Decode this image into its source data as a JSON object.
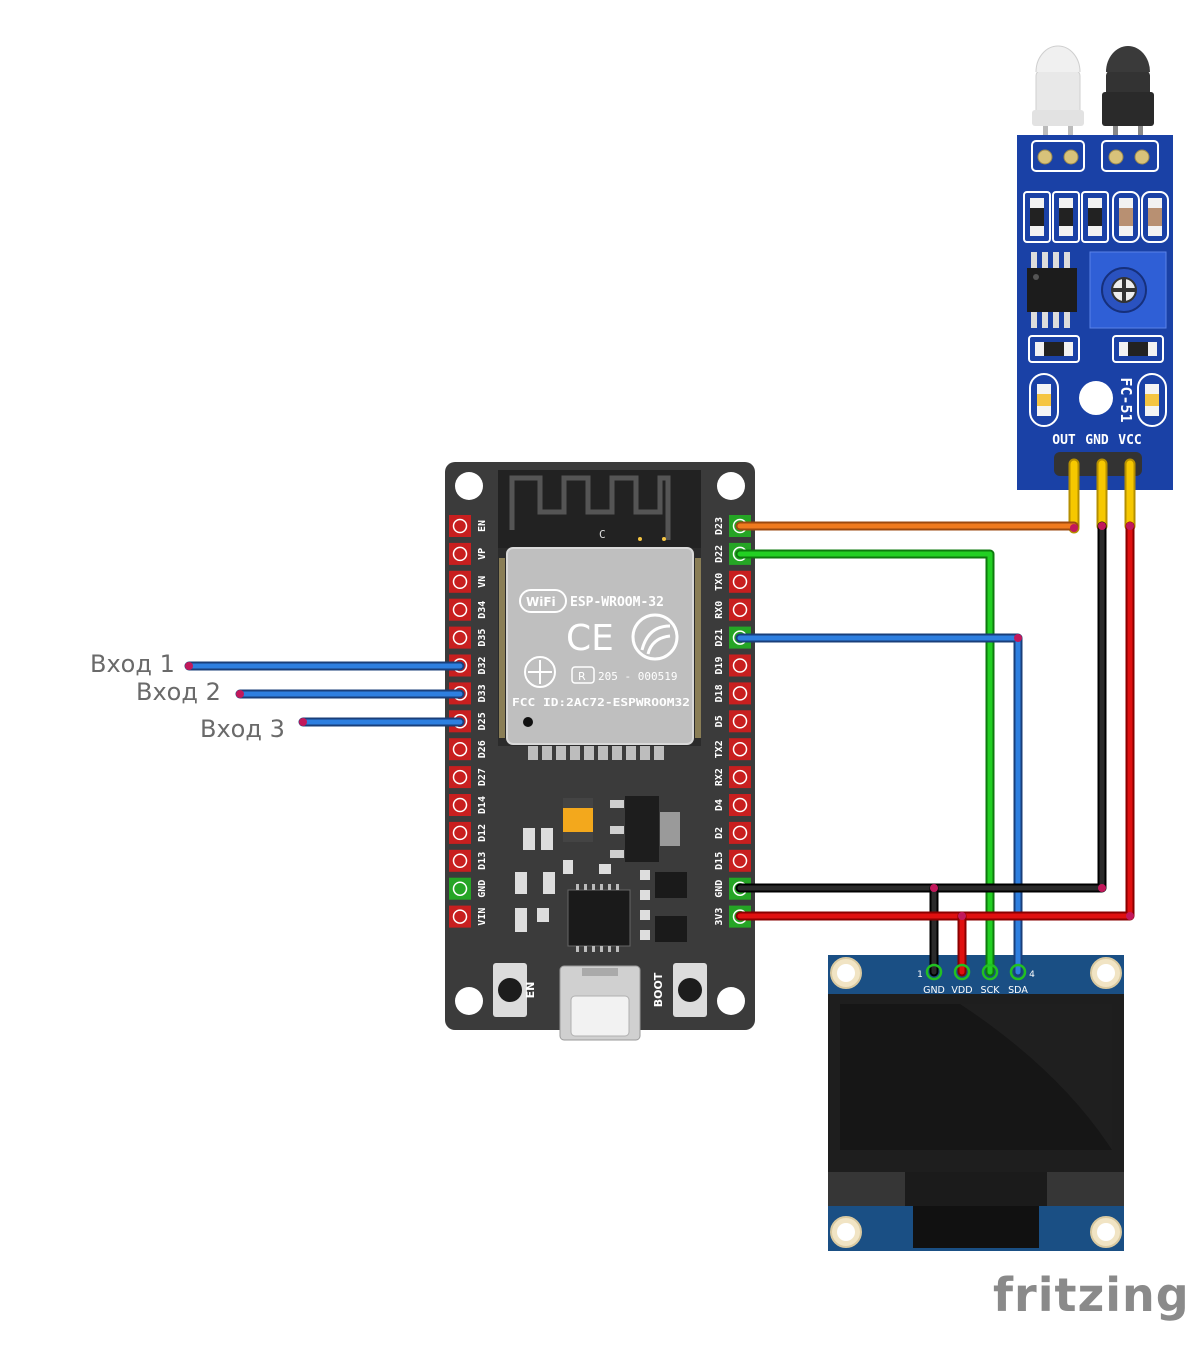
{
  "diagram": {
    "input_labels": [
      "Вход 1",
      "Вход 2",
      "Вход 3"
    ],
    "esp32": {
      "module_name": "ESP-WROOM-32",
      "ce_mark": "CE",
      "cert_number": "205 - 000519",
      "fcc_id": "FCC ID:2AC72-ESPWROOM32",
      "antenna_mark": "C",
      "button_en": "EN",
      "button_boot": "BOOT",
      "left_pins": [
        "EN",
        "VP",
        "VN",
        "D34",
        "D35",
        "D32",
        "D33",
        "D25",
        "D26",
        "D27",
        "D14",
        "D12",
        "D13",
        "GND",
        "VIN"
      ],
      "right_pins": [
        "D23",
        "D22",
        "TX0",
        "RX0",
        "D21",
        "D19",
        "D18",
        "D5",
        "TX2",
        "RX2",
        "D4",
        "D2",
        "D15",
        "GND",
        "3V3"
      ]
    },
    "ir_sensor": {
      "model": "FC-51",
      "pins": [
        "OUT",
        "GND",
        "VCC"
      ]
    },
    "oled": {
      "pins": [
        "GND",
        "VDD",
        "SCK",
        "SDA"
      ],
      "pin_first": "1",
      "pin_last": "4"
    },
    "watermark": "fritzing",
    "wire_colors": {
      "blue": "#1f6fd0",
      "orange": "#e06a12",
      "green": "#1ab51a",
      "black": "#1a1a1a",
      "red": "#d10f0f",
      "yellow": "#f2c400"
    }
  }
}
